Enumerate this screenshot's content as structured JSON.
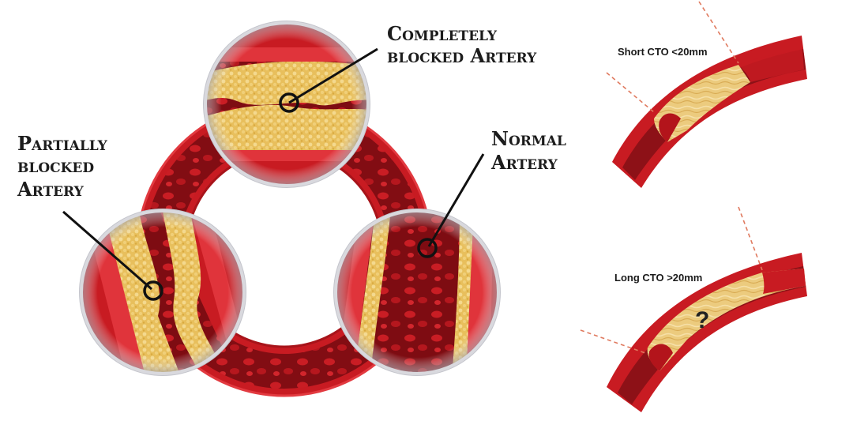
{
  "left_diagram": {
    "labels": {
      "completely_line1": "Completely",
      "completely_line2": "blocked Artery",
      "partially_line1": "Partially",
      "partially_line2": "blocked",
      "partially_line3": "Artery",
      "normal_line1": "Normal",
      "normal_line2": "Artery"
    }
  },
  "right_diagram": {
    "short_label": "Short CTO <20mm",
    "long_label": "Long CTO >20mm",
    "unknown_mark": "?"
  },
  "colors": {
    "vessel_red": "#d8242b",
    "vessel_dark": "#8a0f14",
    "plaque_yellow": "#e9c46a",
    "plaque_light": "#f3dd9a",
    "lens_rim": "#c9c9cf",
    "dashed_line": "#e07a5f"
  }
}
